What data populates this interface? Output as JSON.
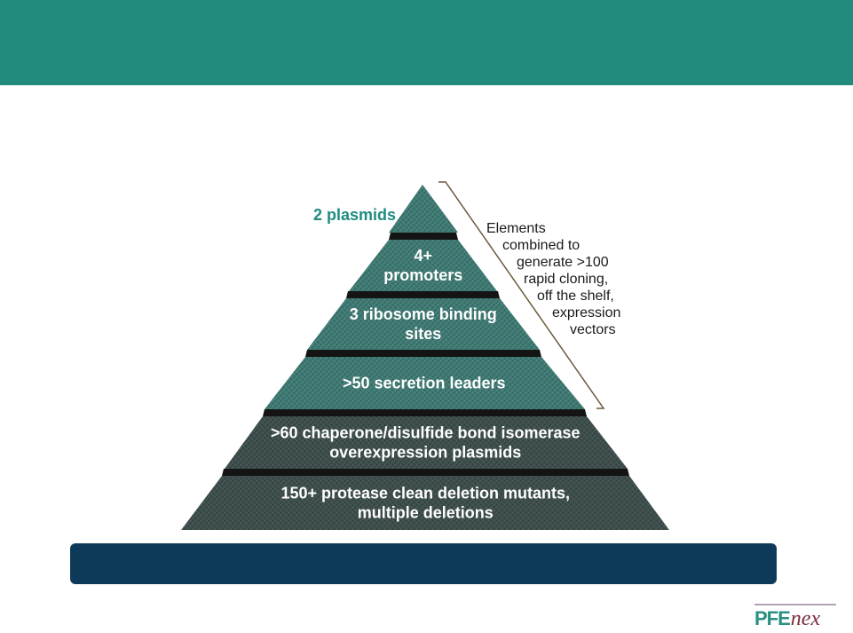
{
  "pyramid": {
    "top_label": "2 plasmids",
    "tiers": [
      {
        "lines": [
          "4+",
          "promoters"
        ],
        "color": "#3f7b74"
      },
      {
        "lines": [
          "3 ribosome binding",
          "sites"
        ],
        "color": "#3f7b74"
      },
      {
        "lines": [
          ">50 secretion leaders"
        ],
        "color": "#3f7b74"
      },
      {
        "lines": [
          ">60 chaperone/disulfide bond isomerase",
          "overexpression plasmids"
        ],
        "color": "#3d4e4c"
      },
      {
        "lines": [
          "150+  protease clean deletion mutants,",
          "multiple deletions"
        ],
        "color": "#3d4e4c"
      }
    ],
    "apex_color": "#3f7b74",
    "side_note": [
      "Elements",
      "combined to",
      "generate >100",
      "rapid cloning,",
      "off the shelf,",
      "expression",
      "vectors"
    ]
  },
  "colors": {
    "header_band": "#218a7d",
    "bottom_bar": "#0e3a5a",
    "accent_teal": "#1f8b80"
  },
  "logo": {
    "part1": "PFE",
    "part2": "nex"
  }
}
